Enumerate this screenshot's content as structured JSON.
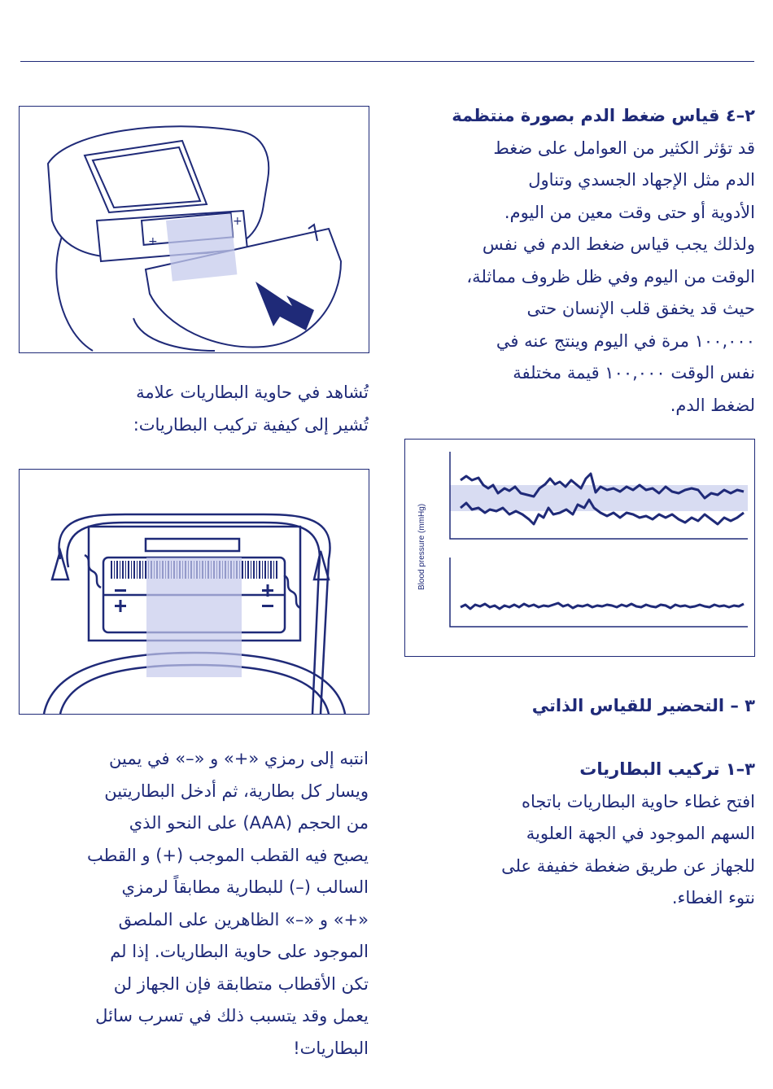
{
  "section_4_2": {
    "heading": "٢–٤ قياس ضغط الدم بصورة منتظمة",
    "lines": [
      "قد تؤثر الكثير من العوامل على ضغط",
      "الدم مثل الإجهاد الجسدي وتناول",
      "الأدوية أو حتى وقت معين من اليوم.",
      "ولذلك يجب قياس ضغط الدم في نفس",
      "الوقت من اليوم وفي ظل ظروف مماثلة،",
      "حيث قد يخفق قلب الإنسان حتى",
      "١٠٠,٠٠٠ مرة في اليوم وينتج عنه في",
      "نفس الوقت ١٠٠,٠٠٠ قيمة مختلفة",
      "لضغط الدم."
    ]
  },
  "battery_mark_caption": {
    "lines": [
      "تُشاهد في حاوية البطاريات علامة",
      "تُشير إلى كيفية تركيب البطاريات:"
    ]
  },
  "chart": {
    "ylabel": "Blood pressure (mmHg)"
  },
  "section_3": {
    "heading": "٣ – التحضير للقياس الذاتي"
  },
  "section_3_1": {
    "heading": "٣–١ تركيب البطاريات",
    "lines": [
      "افتح غطاء حاوية البطاريات باتجاه",
      "السهم الموجود في الجهة العلوية",
      "للجهاز عن طريق ضغطة خفيفة على",
      "نتوء الغطاء."
    ]
  },
  "polarity_note": {
    "lines": [
      "انتبه إلى رمزي «+» و «–» في يمين",
      "ويسار كل بطارية، ثم أدخل البطاريتين",
      "من الحجم (AAA) على النحو الذي",
      "يصبح فيه القطب الموجب (+) و القطب",
      "السالب (–) للبطارية مطابقاً لرمزي",
      "«+» و «–» الظاهرين على الملصق",
      "الموجود على حاوية البطاريات. إذا لم",
      "تكن الأقطاب متطابقة فإن الجهاز لن",
      "يعمل وقد يتسبب ذلك في تسرب سائل",
      "البطاريات!"
    ]
  },
  "colors": {
    "ink": "#1f2a78",
    "band": "#d8dcf2"
  }
}
